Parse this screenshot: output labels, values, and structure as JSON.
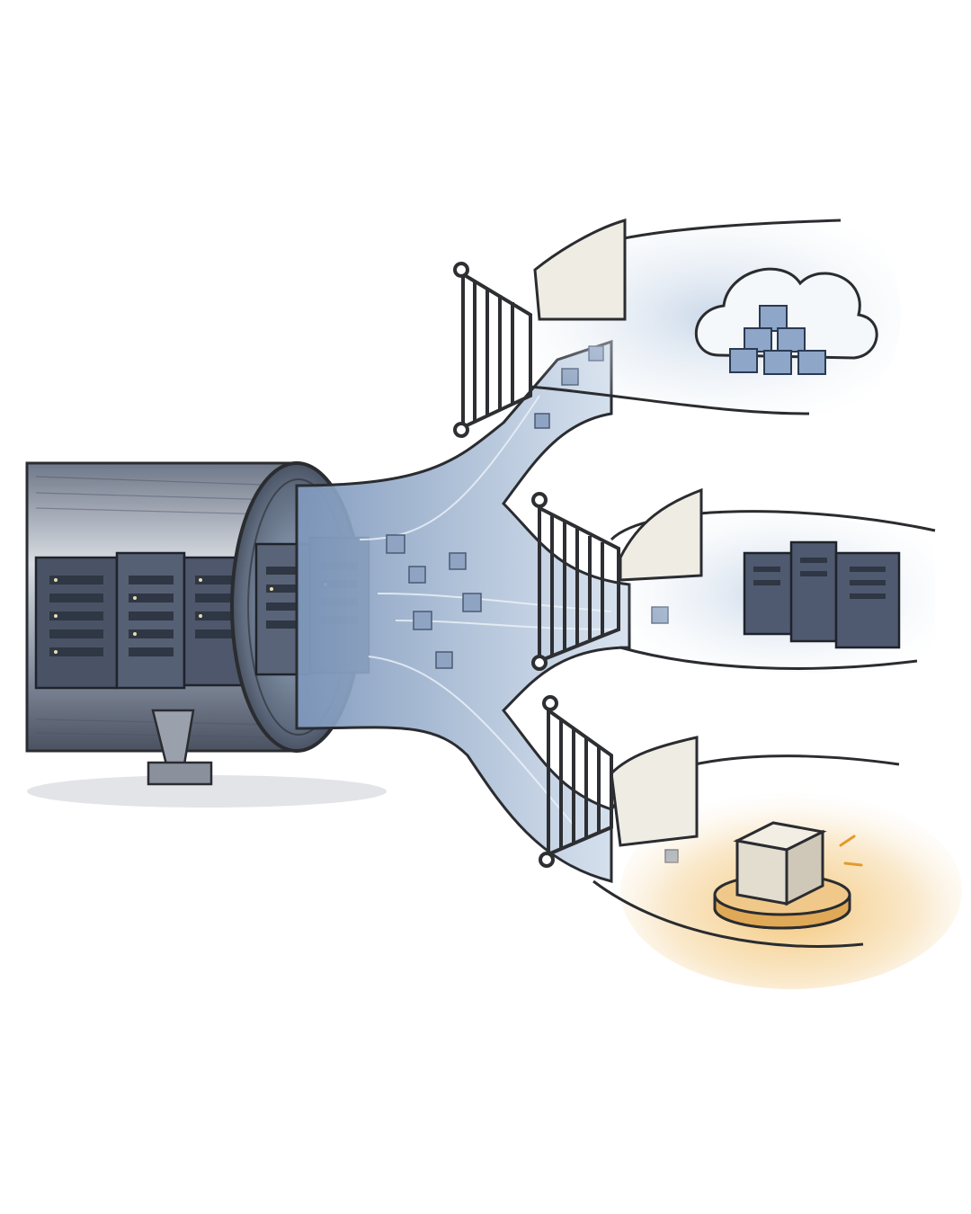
{
  "scene": {
    "background_color": "#ffffff",
    "colors": {
      "pipe_dark": "#3f4756",
      "pipe_mid": "#7f8899",
      "pipe_light": "#e9ebee",
      "server_body": "#4a5366",
      "server_light_led": "#e8e0a8",
      "data_flow": "#9db3cf",
      "data_flow_light": "#d8e2ee",
      "data_block": "#8fa4c2",
      "gate_stroke": "#2d2f33",
      "cloud_tint": "#c9d7e6",
      "warm_glow": "#f0b04a",
      "cube_warm": "#e9e3d4",
      "ink": "#2a2c30"
    },
    "icons": [
      "pipe-icon",
      "server-rack-icon",
      "data-block-icon",
      "gate-icon",
      "cloud-icon",
      "cube-stack-icon",
      "server-tower-icon",
      "single-cube-icon",
      "pedestal-icon"
    ],
    "branches": [
      "cloud",
      "servers",
      "cube"
    ]
  }
}
